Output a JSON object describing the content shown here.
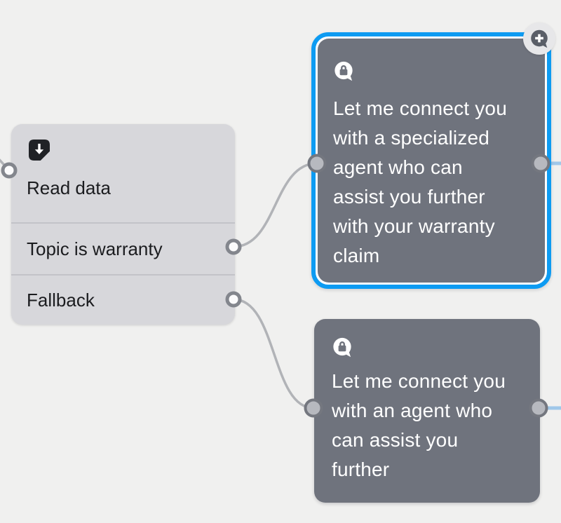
{
  "canvas": {
    "type": "bot-flow-editor"
  },
  "palette": {
    "background": "#f0f0ef",
    "selection_blue": "#0d9bf2",
    "node_dark_gray": "#6f737d",
    "node_light_gray": "#d7d7db",
    "connector_gray": "#b1b3b7",
    "connector_blue": "#9fc7e9",
    "port_ring_gray": "#83868d",
    "text_dark": "#1b1c1f",
    "text_light": "#ffffff"
  },
  "nodes": {
    "read_data": {
      "icon": "file-download-icon",
      "title": "Read data",
      "branches": [
        "Topic is warranty",
        "Fallback"
      ]
    },
    "warranty_message": {
      "icon": "chat-lock-icon",
      "selected": true,
      "text": "Let me connect you\nwith a specialized\nagent who can\nassist you further\nwith your warranty\nclaim"
    },
    "fallback_message": {
      "icon": "chat-lock-icon",
      "selected": false,
      "text": "Let me connect you\nwith an agent who\ncan assist you\nfurther"
    }
  },
  "controls": {
    "add_step_button_icon": "chat-plus-icon"
  }
}
